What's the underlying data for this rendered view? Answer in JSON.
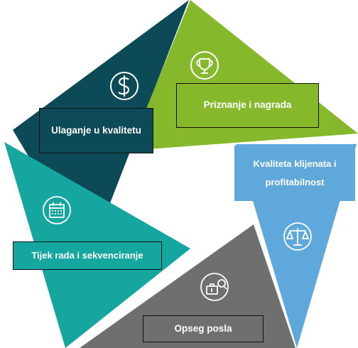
{
  "diagram": {
    "segments": [
      {
        "id": "investment",
        "label": "Ulaganje u kvalitetu",
        "color": "#0b4a56",
        "icon": "dollar-icon"
      },
      {
        "id": "recognition",
        "label": "Priznanje i nagrada",
        "color": "#86b82b",
        "icon": "trophy-icon"
      },
      {
        "id": "client-quality",
        "label": "Kvaliteta klijenata i profitabilnost",
        "color": "#5fa8dc",
        "icon": "scales-icon"
      },
      {
        "id": "scope",
        "label": "Opseg posla",
        "color": "#6f6f6f",
        "icon": "briefcase-search-icon"
      },
      {
        "id": "workflow",
        "label": "Tijek rada i sekvenciranje",
        "color": "#16a6a0",
        "icon": "calendar-icon"
      }
    ]
  }
}
